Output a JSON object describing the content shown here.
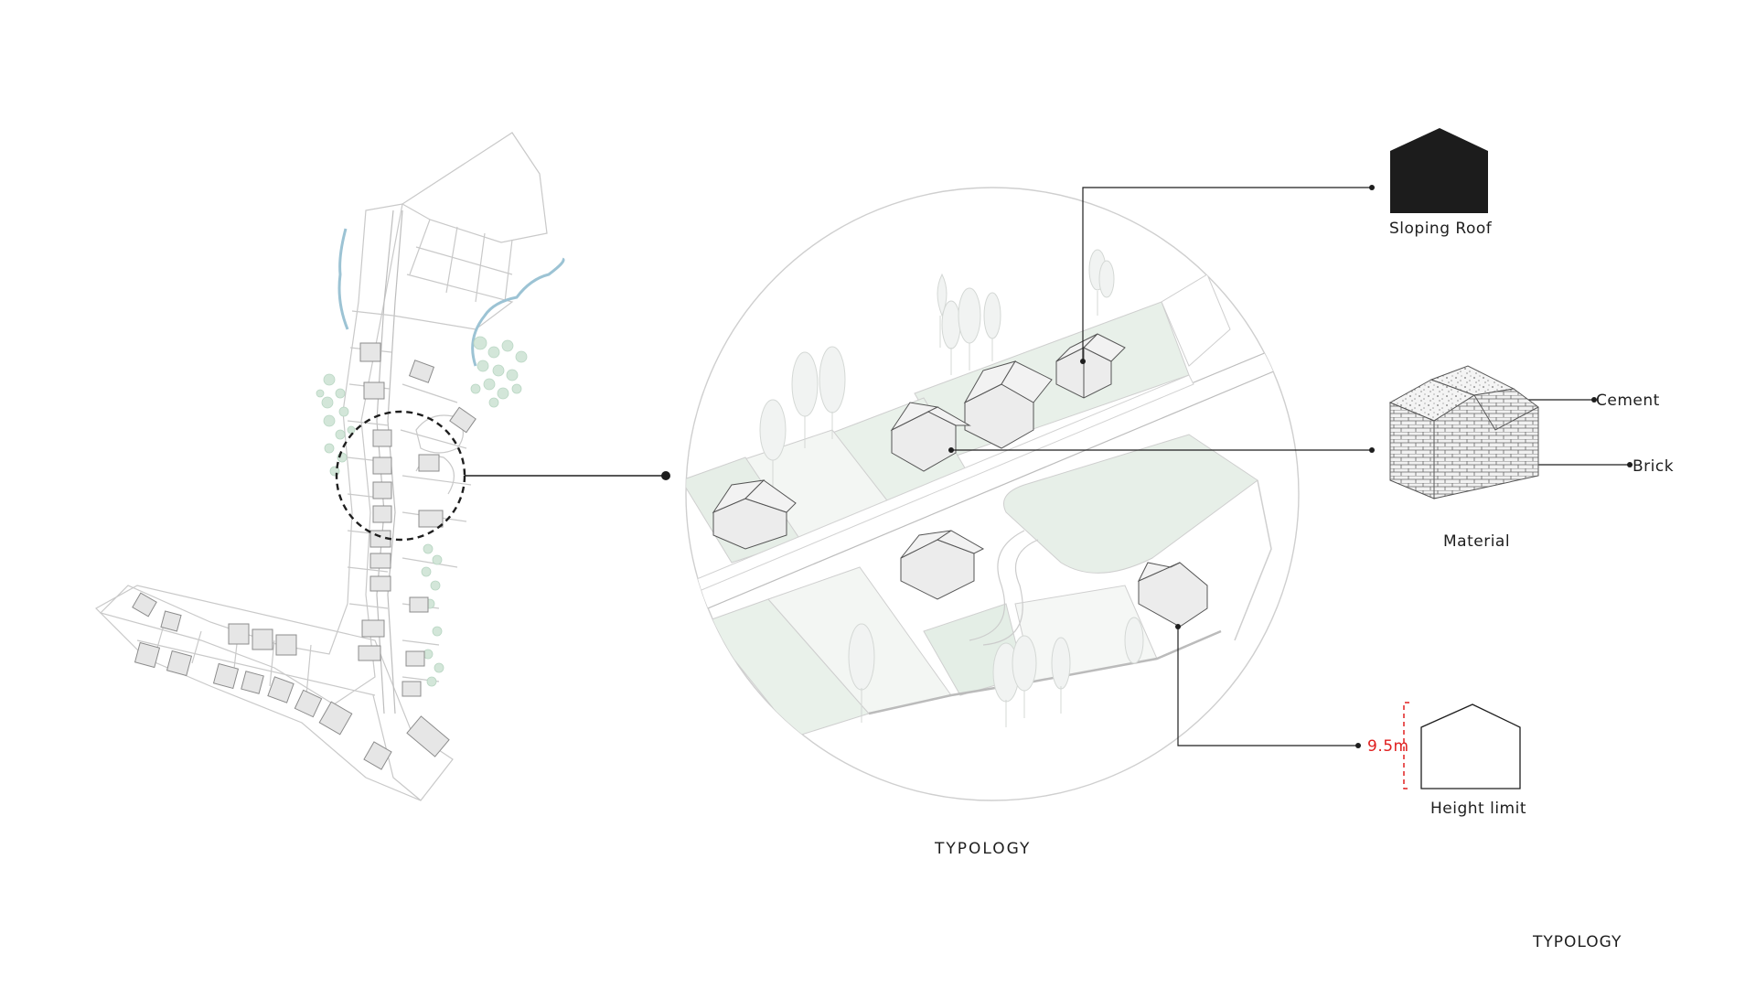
{
  "labels": {
    "sloping_roof": "Sloping Roof",
    "cement": "Cement",
    "brick": "Brick",
    "material": "Material",
    "height_value": "9.5m",
    "height_limit": "Height limit",
    "caption_center": "TYPOLOGY",
    "caption_corner": "TYPOLOGY"
  },
  "icons": {
    "roof": "sloping-roof-house-icon",
    "material": "textured-house-material-icon",
    "height": "house-outline-height-icon"
  },
  "colors": {
    "line": "#1e1e1e",
    "accent_red": "#e02020",
    "river": "#9cc3d4",
    "trees": "#cfe3d6",
    "green_plot": "#e7efe8"
  }
}
